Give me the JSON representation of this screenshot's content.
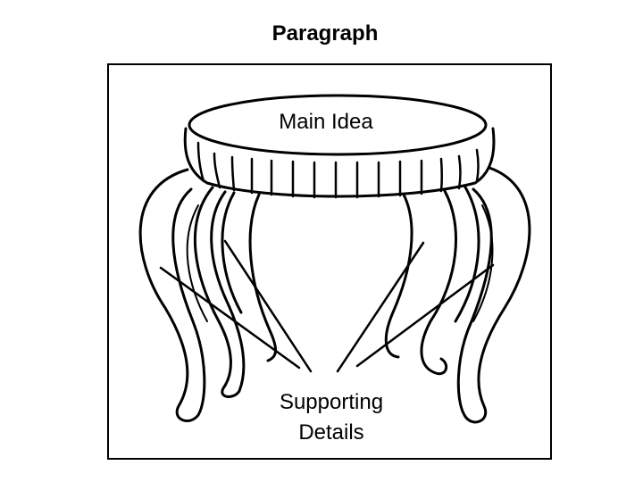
{
  "title": "Paragraph",
  "labels": {
    "main_idea": "Main Idea",
    "supporting_details": [
      "Supporting",
      "Details"
    ]
  },
  "colors": {
    "line": "#000000",
    "background": "#ffffff"
  },
  "illustration": "table-icon"
}
